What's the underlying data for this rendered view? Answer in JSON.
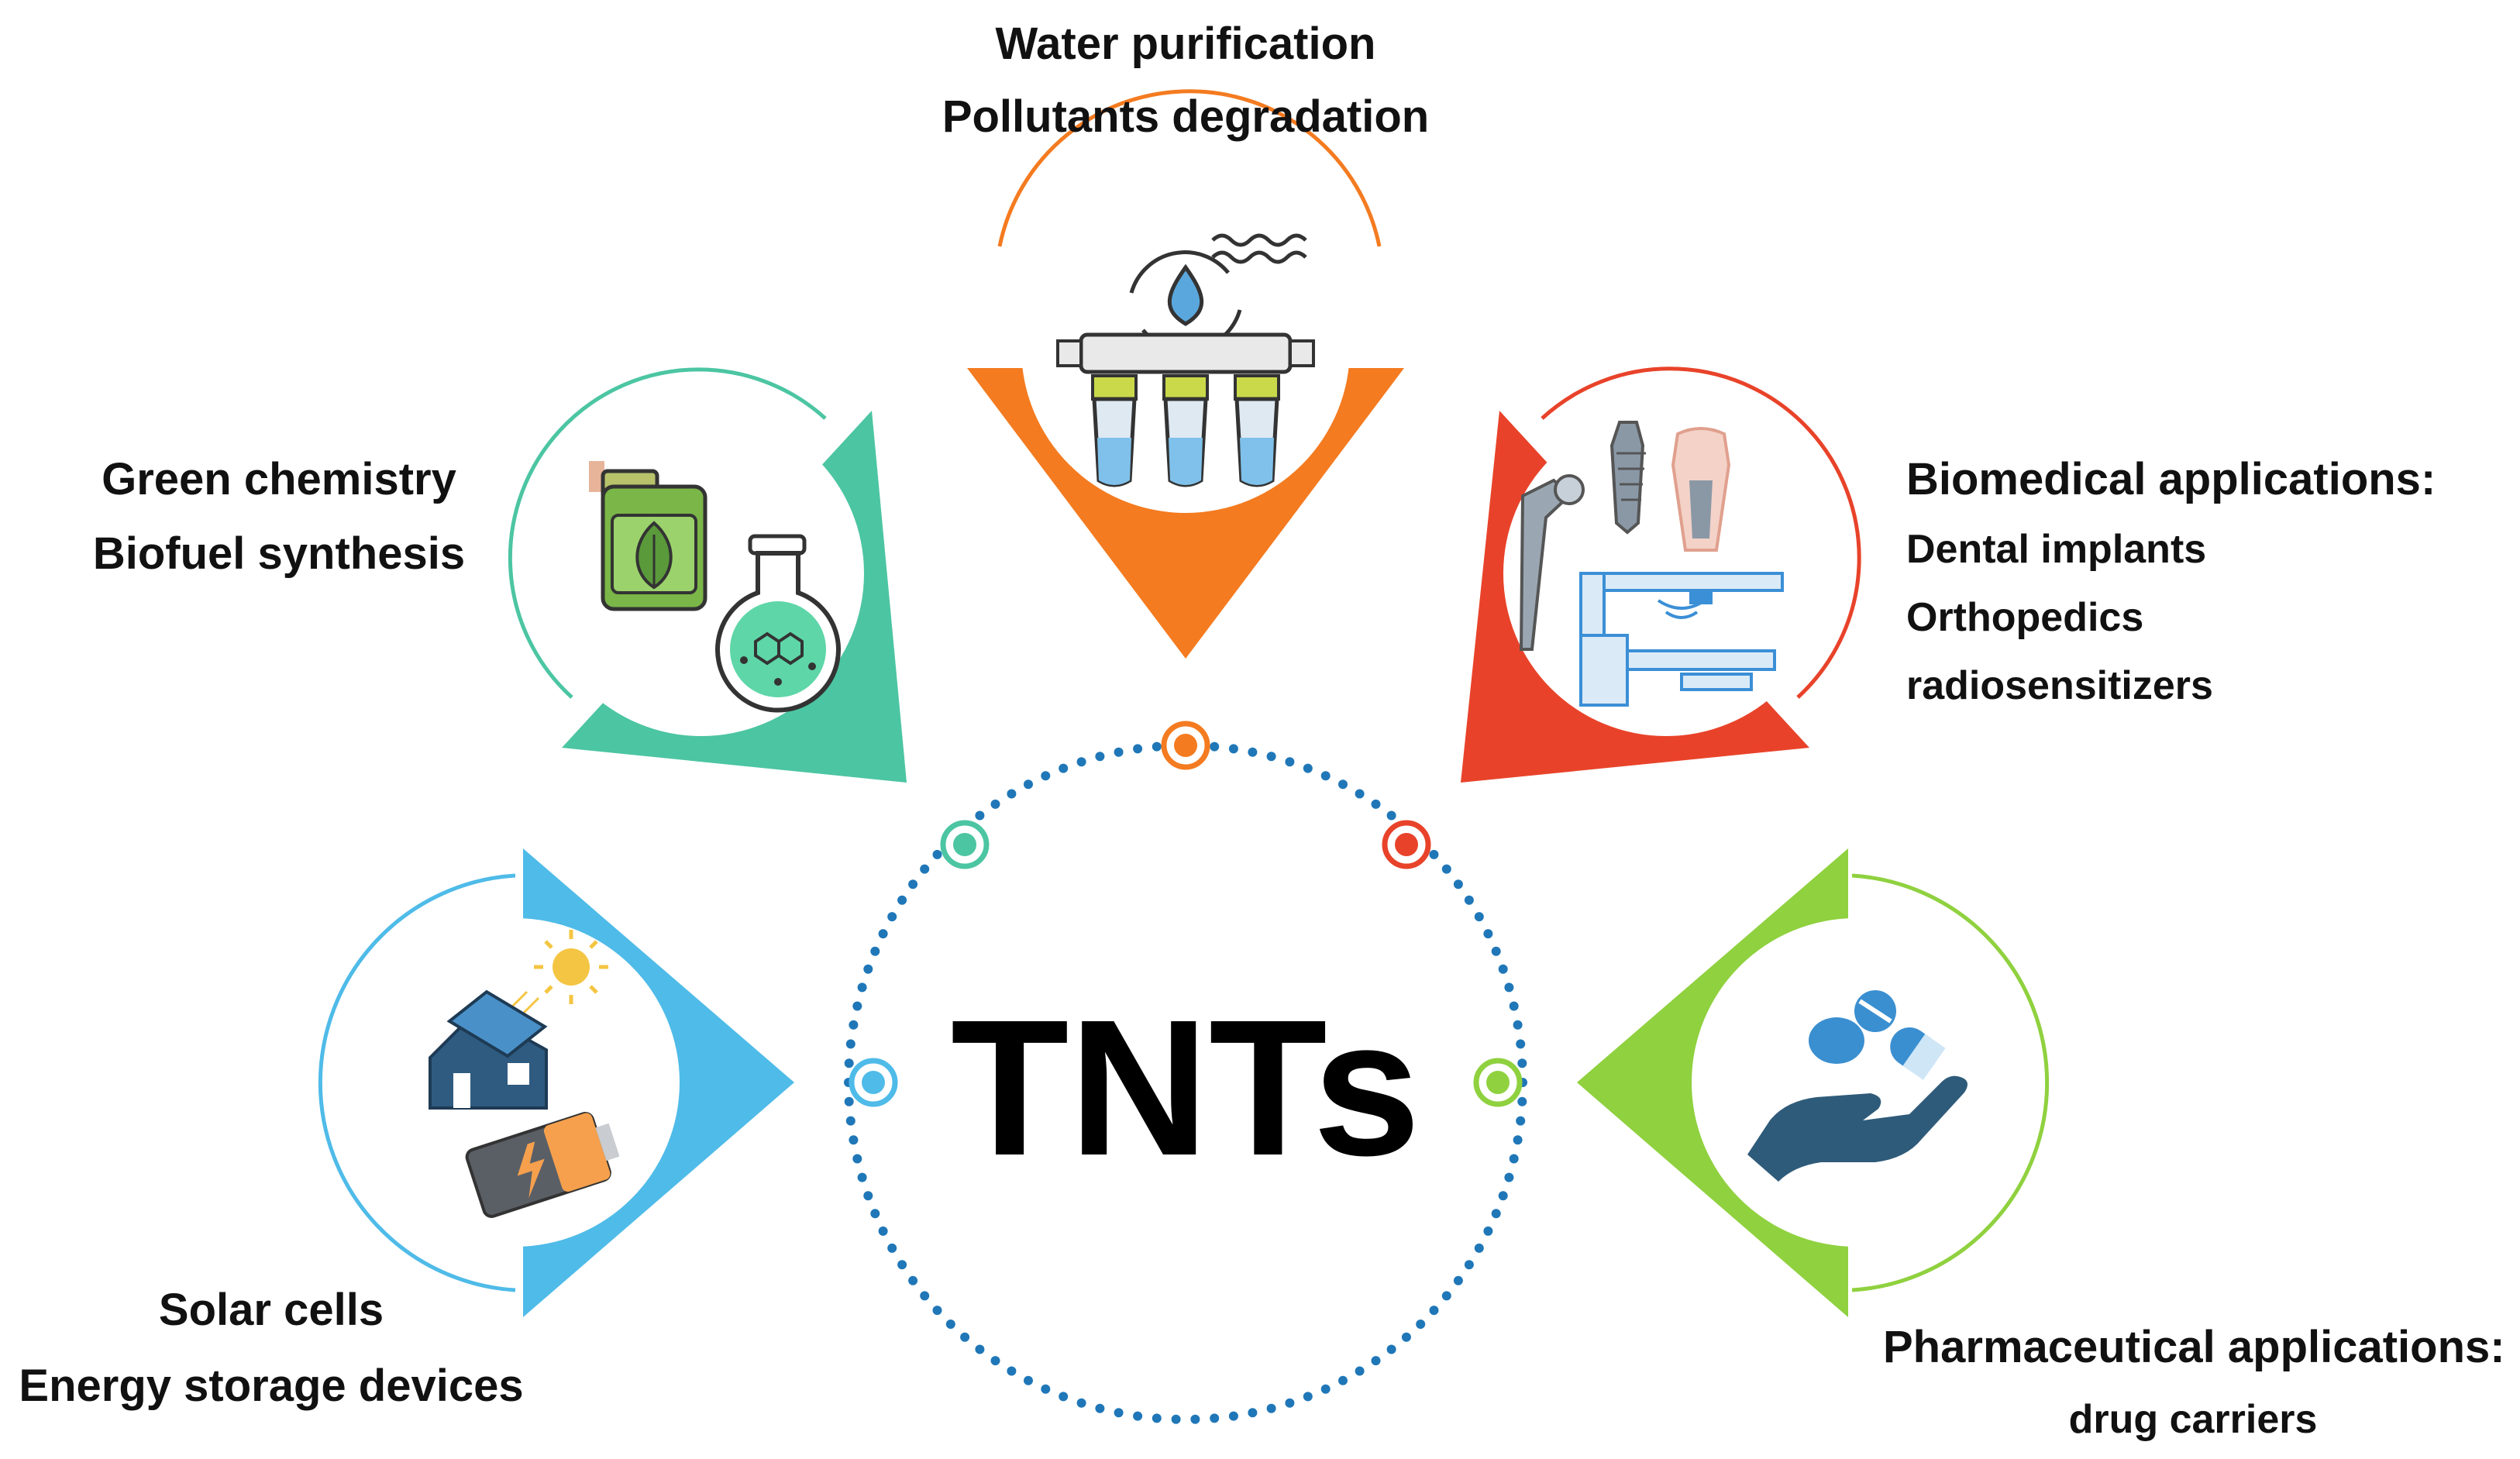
{
  "center": {
    "label": "TNTs"
  },
  "colors": {
    "water": "#f47b20",
    "biomedical": "#e8432a",
    "green": "#4cc5a2",
    "solar": "#4fbbe8",
    "pharma": "#8fd13f",
    "dots": "#1f77b8"
  },
  "applications": {
    "water": {
      "line1": "Water purification",
      "line2": "Pollutants degradation",
      "icon": "water-filter-icon"
    },
    "green": {
      "line1": "Green chemistry",
      "line2": "Biofuel synthesis",
      "icon": "biofuel-flask-icon"
    },
    "biomedical": {
      "heading": "Biomedical applications:",
      "items": [
        "Dental implants",
        "Orthopedics",
        "radiosensitizers"
      ],
      "icon": "medical-implants-icon"
    },
    "solar": {
      "line1": "Solar cells",
      "line2": "Energy storage devices",
      "icon": "solar-battery-icon"
    },
    "pharma": {
      "heading": "Pharmaceutical applications:",
      "sub": "drug carriers",
      "icon": "hand-pills-icon"
    }
  }
}
